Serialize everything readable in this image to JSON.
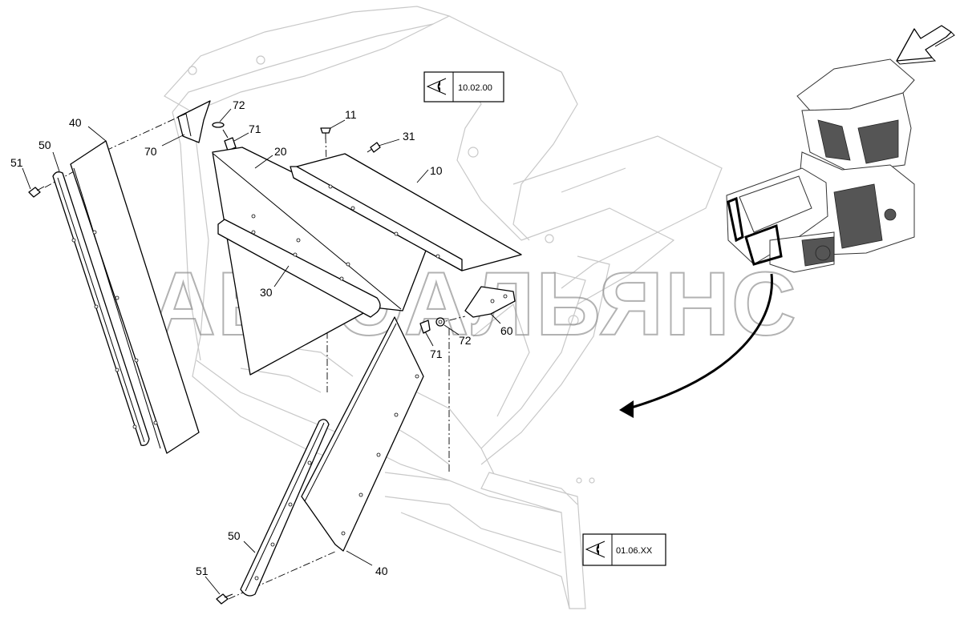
{
  "watermark": "АВТОАЛЬЯНС",
  "references": [
    {
      "id": "ref-10-02-00",
      "label": "10.02.00"
    },
    {
      "id": "ref-01-06-xx",
      "label": "01.06.XX"
    }
  ],
  "callouts": {
    "c10": "10",
    "c11": "11",
    "c20": "20",
    "c30": "30",
    "c31": "31",
    "c40a": "40",
    "c40b": "40",
    "c50a": "50",
    "c50b": "50",
    "c51a": "51",
    "c51b": "51",
    "c60": "60",
    "c70": "70",
    "c71a": "71",
    "c71b": "71",
    "c72a": "72",
    "c72b": "72"
  },
  "colors": {
    "lines": "#000000",
    "background_structure": "#c8c8c8",
    "watermark": "#8a8a8a"
  },
  "icons": [
    "eye-icon",
    "view-direction-arrow",
    "curved-pointer-arrow"
  ]
}
